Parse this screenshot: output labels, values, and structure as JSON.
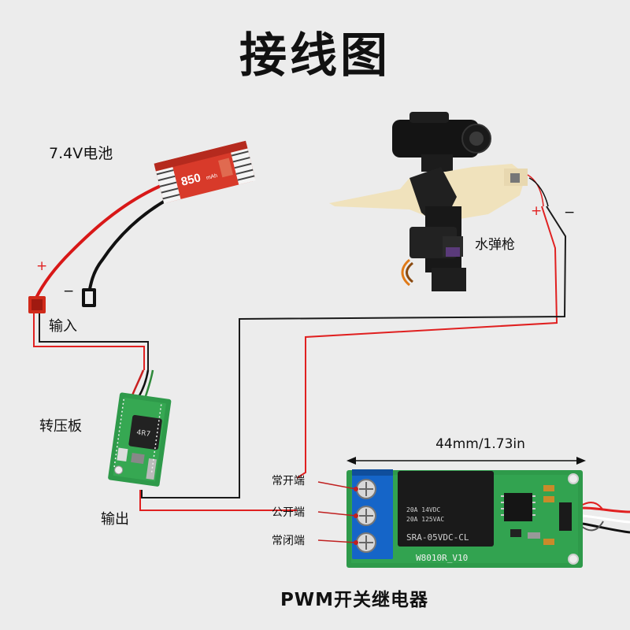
{
  "title": "接线图",
  "components": {
    "battery": {
      "label": "7.4V电池",
      "capacity_text": "850",
      "unit_text": "mAh"
    },
    "water_gun": {
      "label": "水弹枪"
    },
    "converter": {
      "label": "转压板",
      "input_label": "输入",
      "output_label": "输出",
      "inductor_marking": "4R7"
    },
    "relay": {
      "label": "PWM开关继电器",
      "dimension": "44mm/1.73in",
      "terminals": {
        "normally_open": "常开端",
        "common": "公开端",
        "normally_closed": "常闭端"
      },
      "relay_text_1": "20A 14VDC",
      "relay_text_2": "20A 125VAC",
      "relay_model": "SRA-05VDC-CL",
      "board_model": "W8010R_V10"
    }
  },
  "polarity": {
    "plus": "+",
    "minus": "−"
  },
  "colors": {
    "background": "#ececec",
    "positive_wire": "#e02020",
    "negative_wire": "#1a1a1a",
    "pcb_green": "#2e9a4a",
    "terminal_blue": "#1565c8",
    "battery_red": "#d83a2a"
  }
}
